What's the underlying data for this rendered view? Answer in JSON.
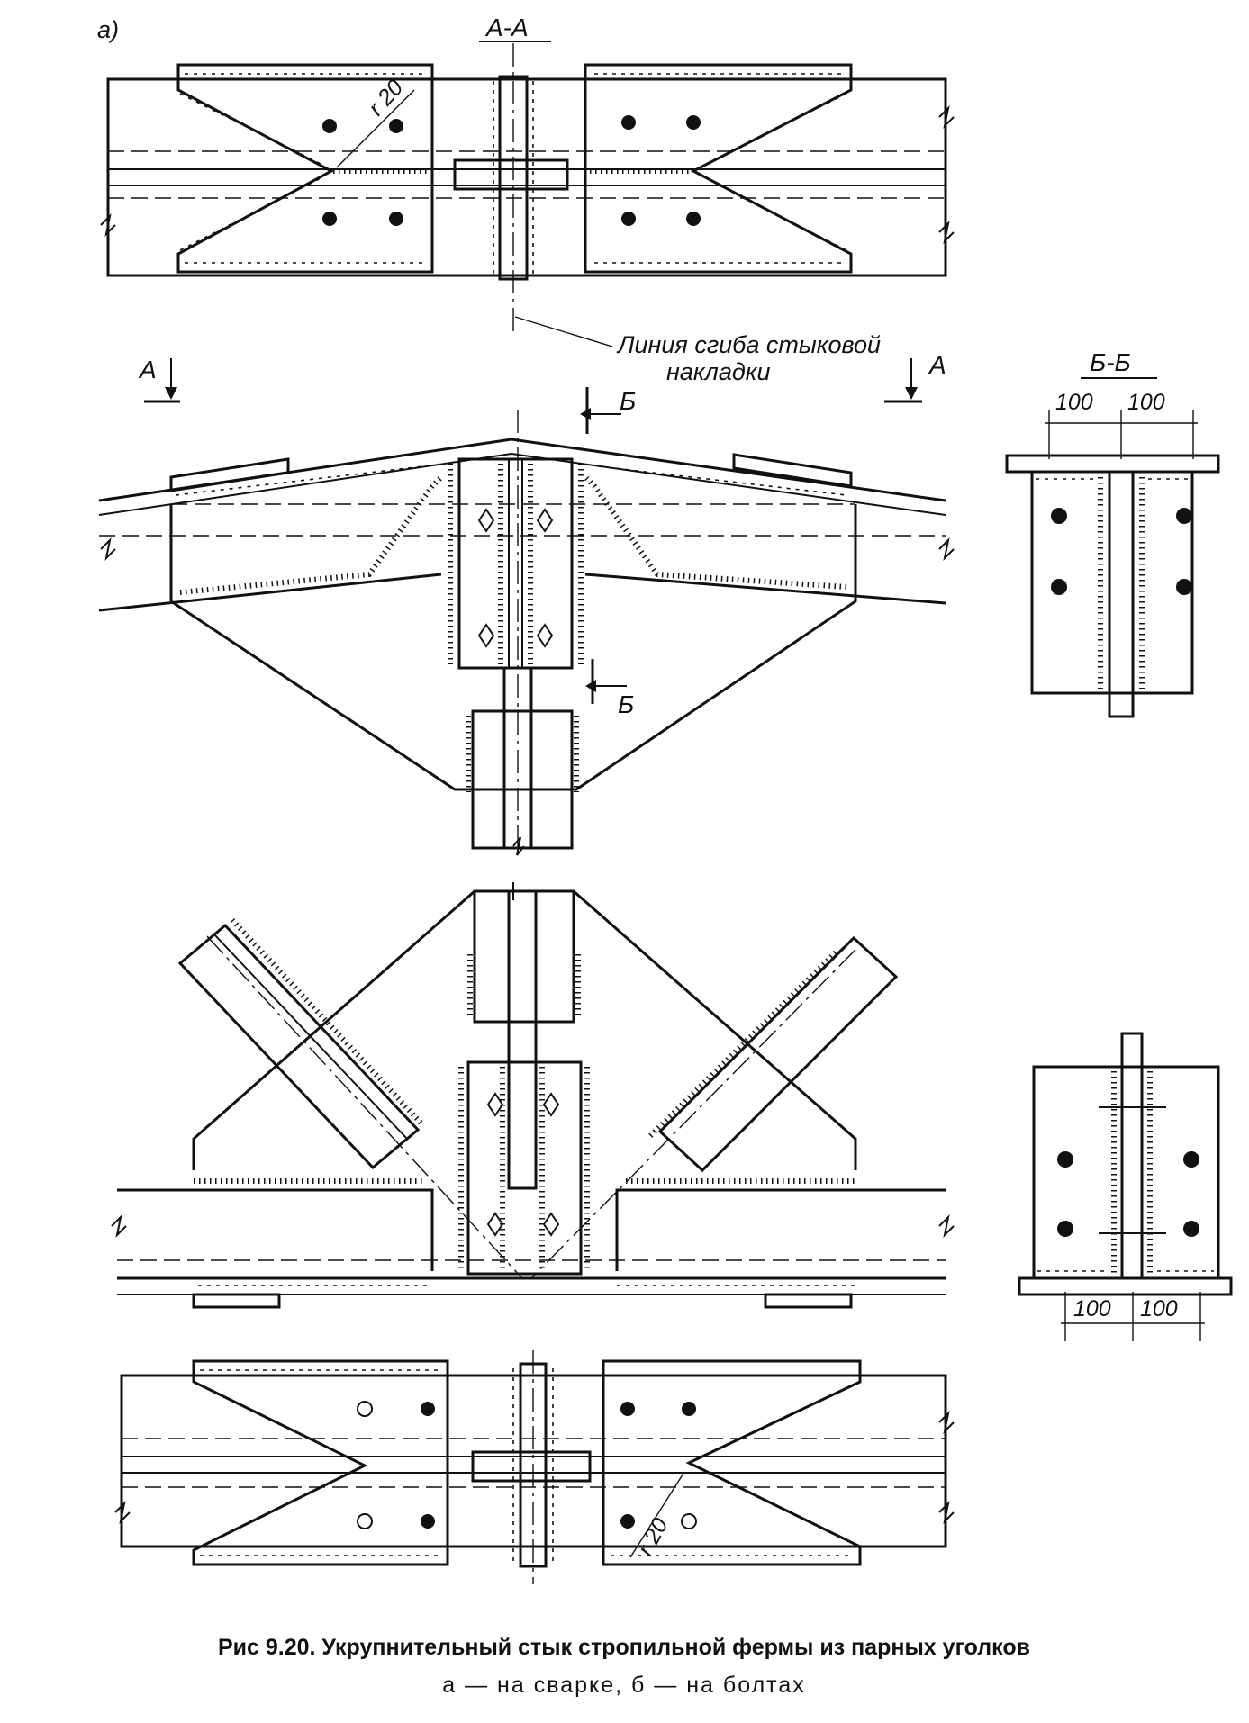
{
  "labels": {
    "panel_a": "а)",
    "section_aa": "А-А",
    "arrow_a": "А",
    "section_bb": "Б-Б",
    "arrow_b": "Б",
    "bend_line_1": "Линия сгиба стыковой",
    "bend_line_2": "накладки",
    "radius": "r 20"
  },
  "dimensions": {
    "bb_top_left": "100",
    "bb_top_right": "100",
    "bottom_left": "100",
    "bottom_right": "100"
  },
  "caption": {
    "title": "Рис 9.20. Укрупнительный стык стропильной фермы из парных уголков",
    "subtitle": "а — на сварке, б — на болтах"
  }
}
